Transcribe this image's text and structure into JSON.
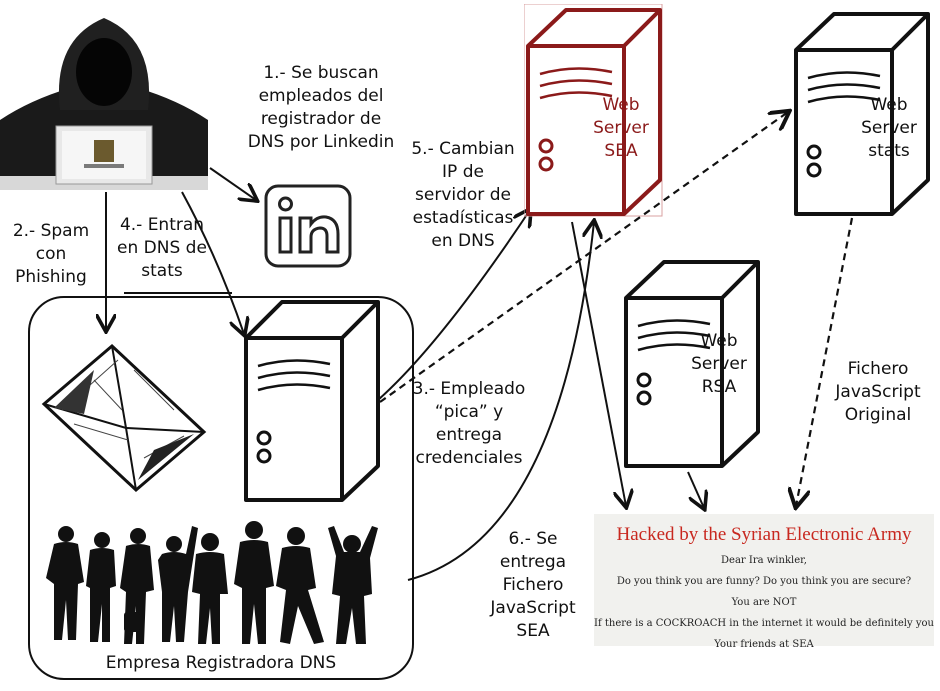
{
  "steps": {
    "step1": [
      "1.- Se buscan",
      "empleados del",
      "registrador de",
      "DNS por Linkedin"
    ],
    "step2": [
      "2.- Spam",
      "con",
      "Phishing"
    ],
    "step3": [
      "3.- Empleado",
      "“pica” y",
      "entrega",
      "credenciales"
    ],
    "step4": [
      "4.- Entran",
      "en DNS de",
      "stats"
    ],
    "step5": [
      "5.- Cambian",
      "IP de",
      "servidor de",
      "estadísticas",
      "en DNS"
    ],
    "step6": [
      "6.- Se",
      "entrega",
      "Fichero",
      "JavaScript",
      "SEA"
    ]
  },
  "servers": {
    "sea": [
      "Web",
      "Server",
      "SEA"
    ],
    "stats": [
      "Web",
      "Server",
      "stats"
    ],
    "rsa": [
      "Web",
      "Server",
      "RSA"
    ]
  },
  "original_js": [
    "Fichero",
    "JavaScript",
    "Original"
  ],
  "company": {
    "title": "Empresa Registradora DNS"
  },
  "hacked": {
    "title": "Hacked by the Syrian Electronic Army",
    "lines": [
      "Dear Ira winkler,",
      "Do you think you are funny? Do you think you are secure?",
      "You are NOT",
      "If there is a COCKROACH in the internet it would be definitely you",
      "Your friends at SEA"
    ]
  },
  "colors": {
    "sea_red": "#8b1a1a",
    "ink": "#111111",
    "hacked_red": "#c8281f"
  },
  "icons": {
    "linkedin": "linkedin-icon",
    "envelope": "envelope-icon",
    "people": "people-silhouettes-icon",
    "hacker": "hooded-hacker-icon"
  }
}
